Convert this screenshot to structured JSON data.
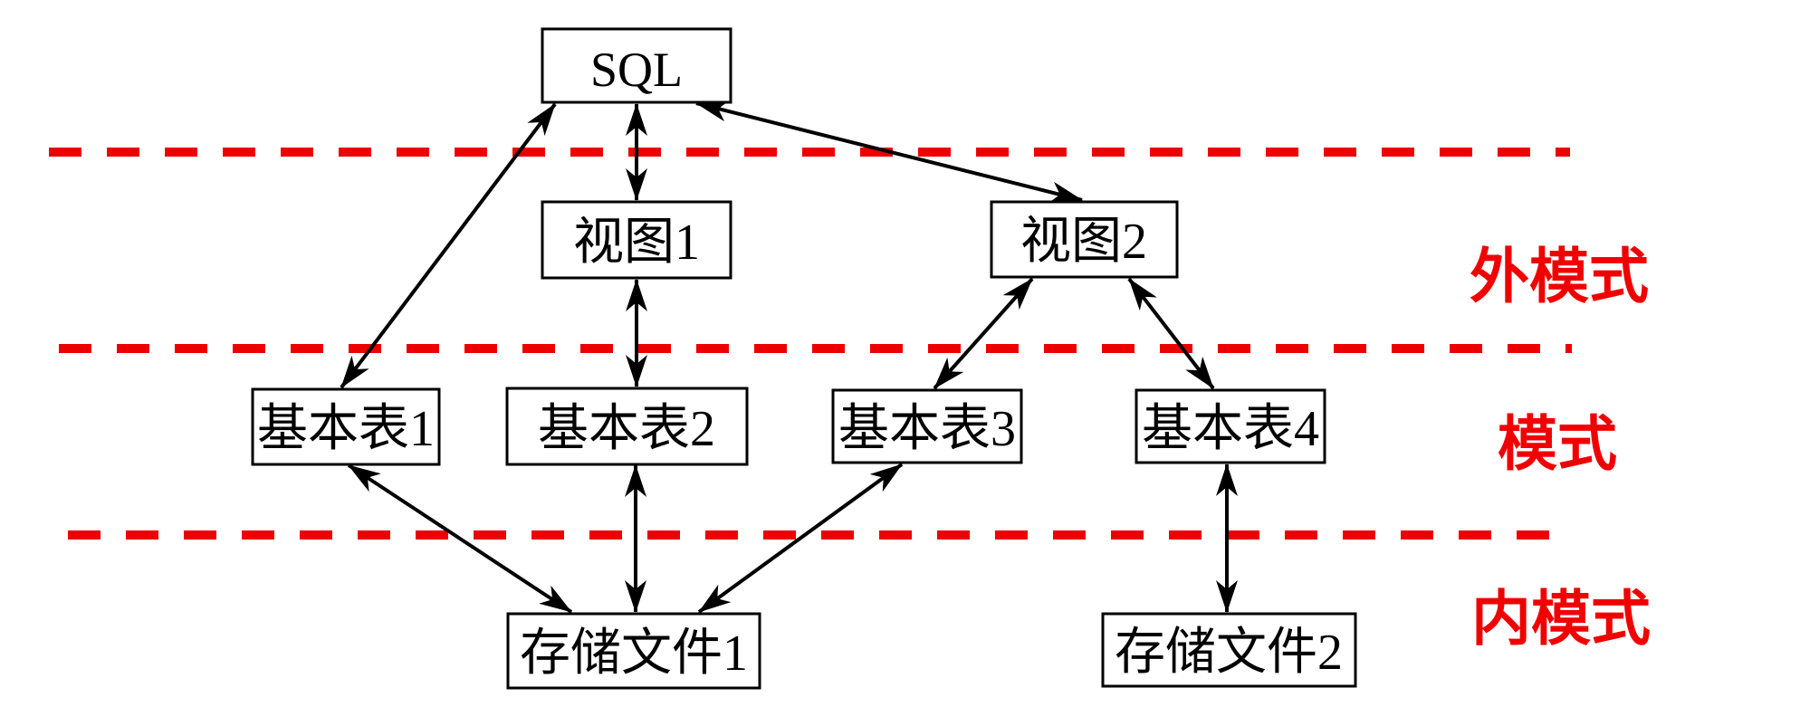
{
  "nodes": {
    "sql": {
      "label": "SQL"
    },
    "view1": {
      "label": "视图1"
    },
    "view2": {
      "label": "视图2"
    },
    "table1": {
      "label": "基本表1"
    },
    "table2": {
      "label": "基本表2"
    },
    "table3": {
      "label": "基本表3"
    },
    "table4": {
      "label": "基本表4"
    },
    "file1": {
      "label": "存储文件1"
    },
    "file2": {
      "label": "存储文件2"
    }
  },
  "layers": {
    "external": {
      "label": "外模式"
    },
    "schema": {
      "label": "模式"
    },
    "internal": {
      "label": "内模式"
    }
  },
  "edges": [
    {
      "from": "SQL",
      "to": "视图1",
      "style": "double-arrow"
    },
    {
      "from": "SQL",
      "to": "基本表1",
      "style": "double-arrow"
    },
    {
      "from": "SQL",
      "to": "视图2",
      "style": "double-arrow"
    },
    {
      "from": "视图1",
      "to": "基本表2",
      "style": "double-arrow"
    },
    {
      "from": "视图2",
      "to": "基本表3",
      "style": "double-arrow"
    },
    {
      "from": "视图2",
      "to": "基本表4",
      "style": "double-arrow"
    },
    {
      "from": "基本表1",
      "to": "存储文件1",
      "style": "double-arrow"
    },
    {
      "from": "基本表2",
      "to": "存储文件1",
      "style": "double-arrow"
    },
    {
      "from": "基本表3",
      "to": "存储文件1",
      "style": "double-arrow"
    },
    {
      "from": "基本表4",
      "to": "存储文件2",
      "style": "double-arrow"
    }
  ],
  "colors": {
    "separator_red": "#ec0000",
    "layer_label_red": "#f10000",
    "arrow_black": "#000000",
    "box_border_black": "#000000",
    "background_white": "#ffffff"
  }
}
